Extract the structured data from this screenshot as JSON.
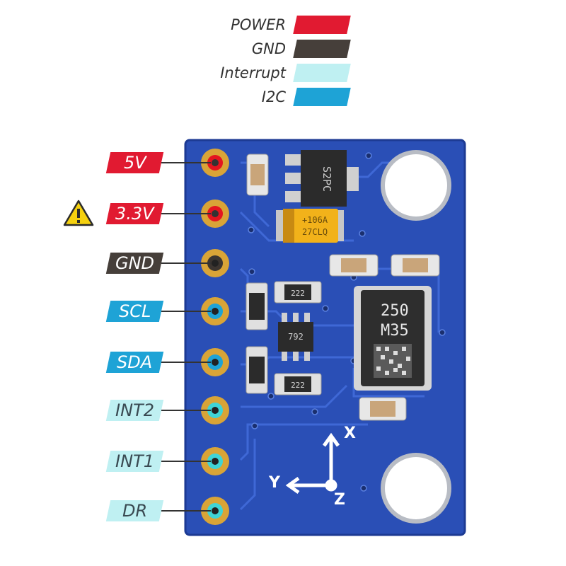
{
  "legend": [
    {
      "label": "POWER",
      "color": "#e11a31"
    },
    {
      "label": "GND",
      "color": "#463f3a"
    },
    {
      "label": "Interrupt",
      "color": "#bff0f2"
    },
    {
      "label": "I2C",
      "color": "#1ea3d6"
    }
  ],
  "pins": [
    {
      "label": "5V",
      "group": "power"
    },
    {
      "label": "3.3V",
      "group": "power"
    },
    {
      "label": "GND",
      "group": "gnd"
    },
    {
      "label": "SCL",
      "group": "i2c"
    },
    {
      "label": "SDA",
      "group": "i2c"
    },
    {
      "label": "INT2",
      "group": "int"
    },
    {
      "label": "INT1",
      "group": "int"
    },
    {
      "label": "DR",
      "group": "int"
    }
  ],
  "warning_icon": "warning-triangle-icon",
  "board": {
    "chip_text_1": "250",
    "chip_text_2": "M35",
    "cap_text_1": "+106A",
    "cap_text_2": "27CLQ",
    "regulator_text": "S2PC",
    "resistor_text": "222",
    "small_chip_text": "792",
    "axis_x": "X",
    "axis_y": "Y",
    "axis_z": "Z"
  }
}
